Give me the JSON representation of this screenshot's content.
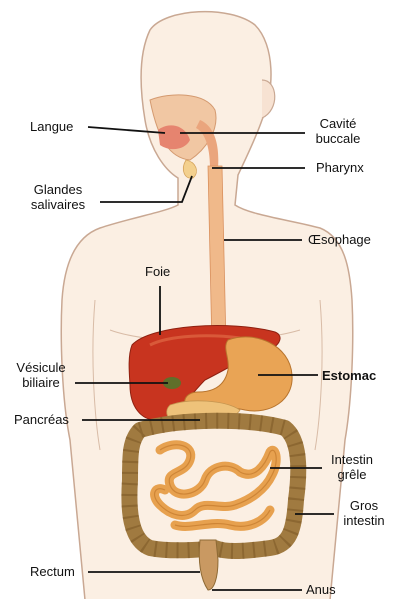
{
  "labels": {
    "langue": "Langue",
    "cavite_line1": "Cavité",
    "cavite_line2": "buccale",
    "pharynx": "Pharynx",
    "glandes_line1": "Glandes",
    "glandes_line2": "salivaires",
    "oesophage": "Œsophage",
    "foie": "Foie",
    "vesicule_line1": "Vésicule",
    "vesicule_line2": "biliaire",
    "estomac": "Estomac",
    "pancreas": "Pancréas",
    "intestin_grele_line1": "Intestin",
    "intestin_grele_line2": "grêle",
    "gros_intestin_line1": "Gros",
    "gros_intestin_line2": "intestin",
    "rectum": "Rectum",
    "anus": "Anus"
  },
  "colors": {
    "skin": "#fbefe3",
    "outline": "#c9a893",
    "liver": "#c8341f",
    "liver_light": "#e06a45",
    "stomach": "#e9a455",
    "esophagus": "#f0b98a",
    "small_intestine": "#e7a14f",
    "large_intestine": "#a07a40",
    "pancreas": "#eec27a",
    "gallbladder": "#5f6f2a",
    "leader": "#111111"
  }
}
